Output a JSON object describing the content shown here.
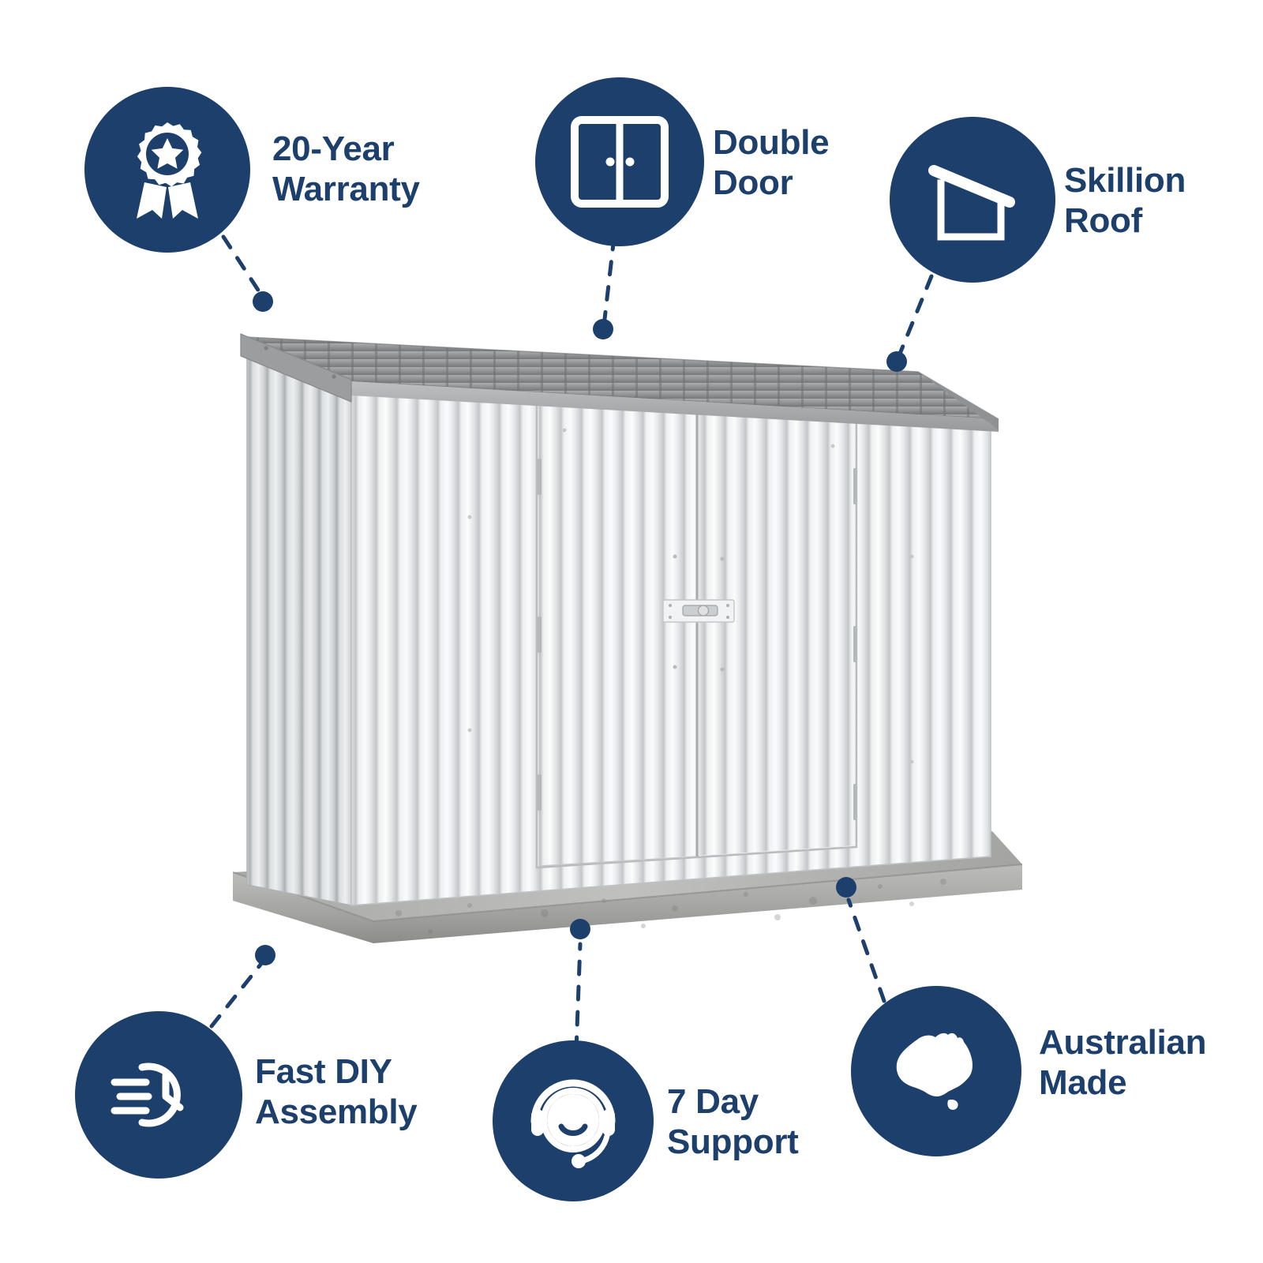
{
  "theme": {
    "brand_navy": "#1d3f6b",
    "background": "#ffffff",
    "icon_white": "#ffffff",
    "shed_wall": "#e9eaec",
    "shed_roof": "#9a9c9e",
    "slab_concrete": "#b5b6b3"
  },
  "product": {
    "name": "Skillion roof metal garden shed with double doors on concrete slab",
    "wall_finish": "vertical corrugated zinc / zincalume steel cladding",
    "door_hardware": "metal hasp latch"
  },
  "features": [
    {
      "id": "warranty",
      "icon": "award-ribbon-icon",
      "label": "20-Year\nWarranty",
      "label_line1": "20-Year",
      "label_line2": "Warranty"
    },
    {
      "id": "double-door",
      "icon": "double-door-icon",
      "label": "Double\nDoor",
      "label_line1": "Double",
      "label_line2": "Door"
    },
    {
      "id": "skillion-roof",
      "icon": "skillion-roof-icon",
      "label": "Skillion\nRoof",
      "label_line1": "Skillion",
      "label_line2": "Roof"
    },
    {
      "id": "fast-diy",
      "icon": "fast-clock-icon",
      "label": "Fast DIY\nAssembly",
      "label_line1": "Fast DIY",
      "label_line2": "Assembly"
    },
    {
      "id": "support",
      "icon": "headset-support-icon",
      "label": "7 Day\nSupport",
      "label_line1": "7 Day",
      "label_line2": "Support"
    },
    {
      "id": "australian-made",
      "icon": "australia-map-icon",
      "label": "Australian\nMade",
      "label_line1": "Australian",
      "label_line2": "Made"
    }
  ]
}
